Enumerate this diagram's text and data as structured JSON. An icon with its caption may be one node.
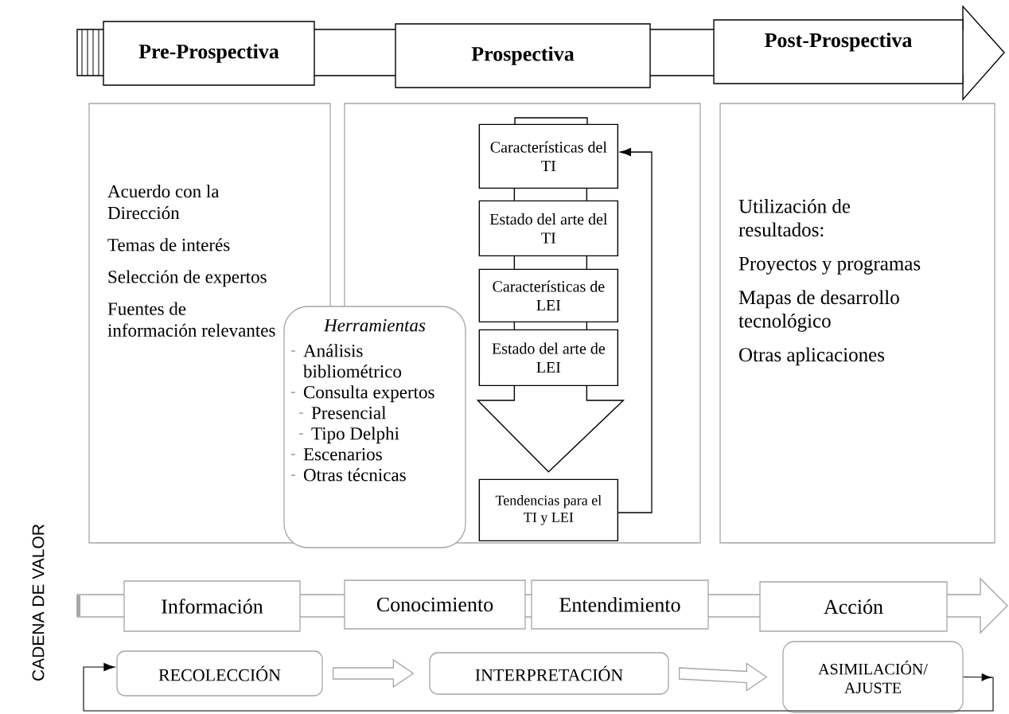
{
  "diagram": {
    "nodes": [
      {
        "text": [
          "Pre-Prospectiva"
        ]
      },
      {
        "text": [
          "Prospectiva"
        ]
      },
      {
        "text": [
          "Post-Prospectiva"
        ]
      },
      {
        "text": [
          "Acuerdo con la Dirección",
          "Temas de interés",
          "Selección de expertos",
          "Fuentes de información relevantes"
        ]
      },
      {
        "text": [],
        "shape": "box"
      },
      {
        "text": [
          "Características del TI"
        ],
        "in": 4
      },
      {
        "text": [
          "Estado del arte del TI"
        ],
        "in": 4
      },
      {
        "text": [
          "Características de LEI"
        ],
        "in": 4
      },
      {
        "text": [
          "Estado del arte de LEI"
        ],
        "in": 4
      },
      {
        "text": [
          "Tendencias para el TI y LEI"
        ],
        "in": 4
      },
      {
        "text": [
          "Herramientas",
          "Análisis bibliométrico",
          "Consulta expertos",
          "Presencial",
          "Tipo Delphi",
          "Escenarios",
          "Otras técnicas"
        ]
      },
      {
        "text": [
          "Utilización de resultados:",
          "Proyectos y programas",
          "Mapas de desarrollo tecnológico",
          "Otras aplicaciones"
        ]
      },
      {
        "text": [
          "Información"
        ]
      },
      {
        "text": [
          "Conocimiento"
        ]
      },
      {
        "text": [
          "Entendimiento"
        ]
      },
      {
        "text": [
          "Acción"
        ]
      },
      {
        "text": [
          "RECOLECCIÓN"
        ]
      },
      {
        "text": [
          "INTERPRETACIÓN"
        ]
      },
      {
        "text": [
          "ASIMILACIÓN/ AJUSTE"
        ]
      }
    ],
    "edges": [
      {
        "from": 5,
        "to": 6,
        "arrow": "none"
      },
      {
        "from": 6,
        "to": 7,
        "arrow": "none"
      },
      {
        "from": 7,
        "to": 8,
        "arrow": "none"
      },
      {
        "from": 8,
        "to": 9,
        "arrow": "to"
      },
      {
        "from": 9,
        "to": 5,
        "arrow": "to"
      },
      {
        "from": 16,
        "to": 17,
        "arrow": "to",
        "color": "#a6a6a6"
      },
      {
        "from": 17,
        "to": 18,
        "arrow": "to",
        "color": "#a6a6a6"
      },
      {
        "from": 18,
        "to": 16,
        "arrow": "to"
      }
    ],
    "labels": [
      "CADENA DE VALOR"
    ]
  }
}
